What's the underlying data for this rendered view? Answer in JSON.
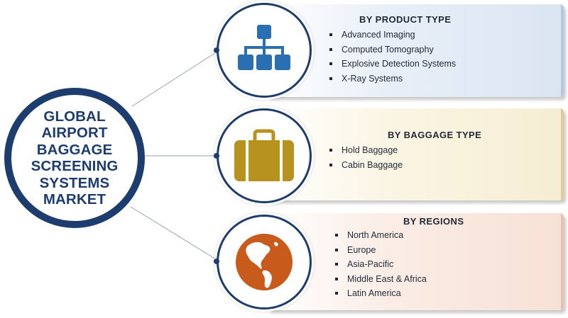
{
  "center": {
    "title": "GLOBAL AIRPORT BAGGAGE SCREENING SYSTEMS MARKET"
  },
  "segments": [
    {
      "title": "BY PRODUCT TYPE",
      "icon": "hierarchy-icon",
      "color": "#2a6fb2",
      "items": [
        "Advanced Imaging",
        "Computed Tomography",
        "Explosive Detection Systems",
        "X-Ray Systems"
      ]
    },
    {
      "title": "BY BAGGAGE TYPE",
      "icon": "suitcase-icon",
      "color": "#b8921e",
      "items": [
        "Hold Baggage",
        "Cabin Baggage"
      ]
    },
    {
      "title": "BY REGIONS",
      "icon": "globe-icon",
      "color": "#c85a1c",
      "items": [
        "North America",
        "Europe",
        "Asia-Pacific",
        "Middle East & Africa",
        "Latin America"
      ]
    }
  ]
}
